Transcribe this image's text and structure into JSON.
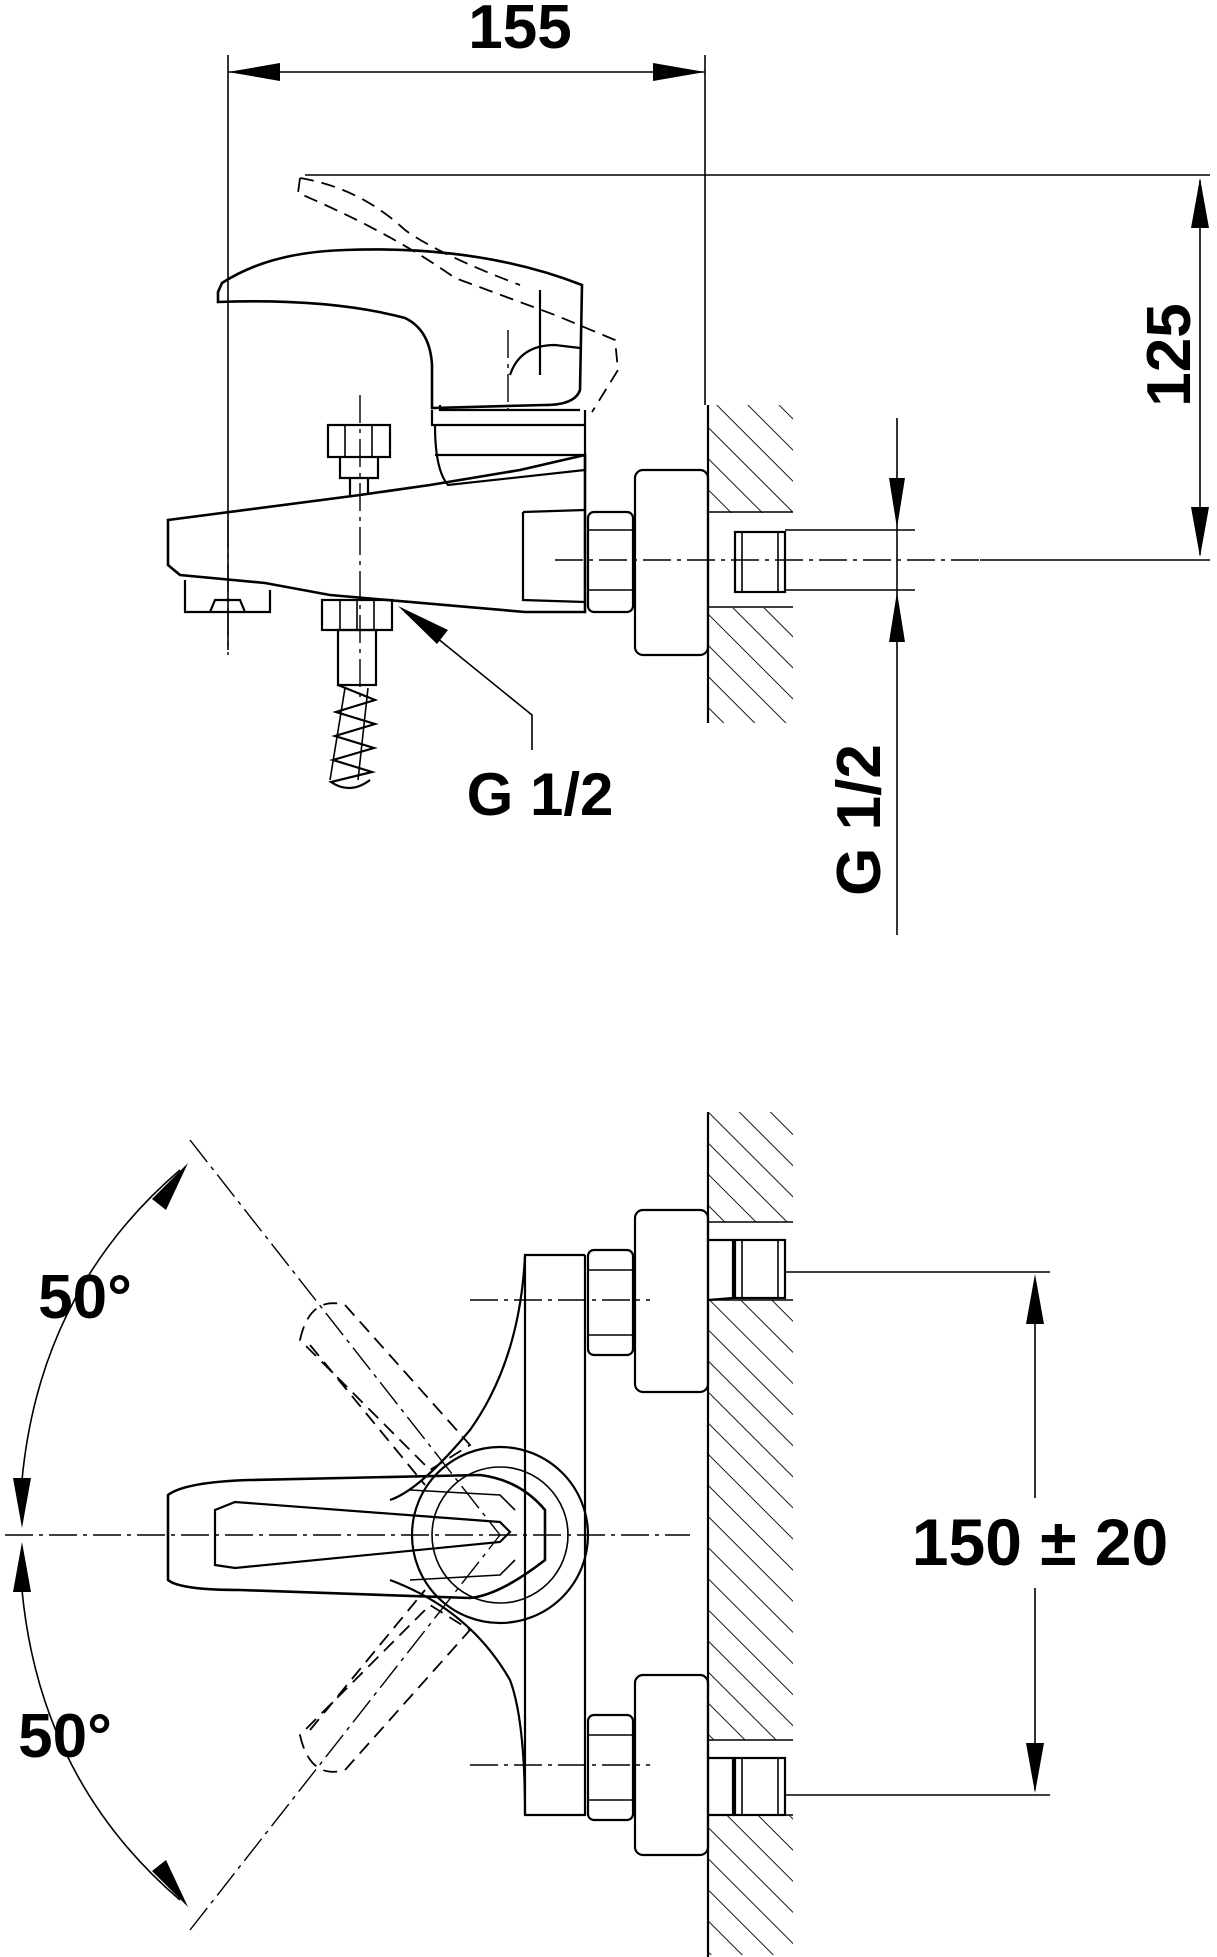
{
  "dimensions": {
    "top_width": "155",
    "top_height": "125",
    "thread_diverter": "G 1/2",
    "thread_inlet": "G 1/2",
    "inlet_spacing": "150 ± 20",
    "angle_upper": "50°",
    "angle_lower": "50°"
  }
}
